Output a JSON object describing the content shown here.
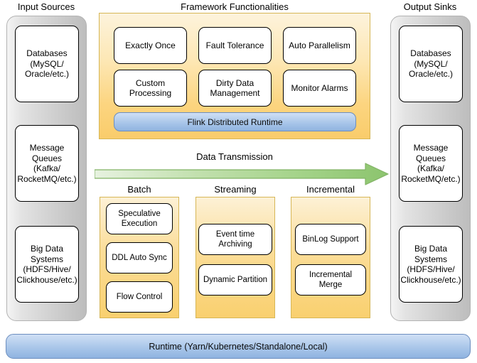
{
  "diagram": {
    "title_left": "Input Sources",
    "title_center": "Framework Functionalities",
    "title_right": "Output Sinks",
    "arrow_label": "Data Transmission",
    "runtime_bar": "Runtime (Yarn/Kubernetes/Standalone/Local)",
    "flink_bar": "Flink Distributed Runtime",
    "colors": {
      "panel_yellow": "#fcd580",
      "panel_border_yellow": "#d6b656",
      "bar_blue": "#a5c3e8",
      "bar_border_blue": "#6c8ebf",
      "arrow_green": "#97cc7c",
      "arrow_border_green": "#82b366",
      "container_gray": "#cfcfcf",
      "node_white": "#ffffff",
      "node_border": "#000000"
    }
  },
  "input_sources": {
    "label": "Input Sources",
    "items": [
      {
        "text": "Databases\n(MySQL/\nOracle/etc.)",
        "name": "databases"
      },
      {
        "text": "Message\nQueues\n(Kafka/\nRocketMQ/etc.)",
        "name": "message-queues"
      },
      {
        "text": "Big Data\nSystems\n(HDFS/Hive/\nClickhouse/etc.)",
        "name": "big-data-systems"
      }
    ]
  },
  "output_sinks": {
    "label": "Output Sinks",
    "items": [
      {
        "text": "Databases\n(MySQL/\nOracle/etc.)",
        "name": "databases"
      },
      {
        "text": "Message\nQueues\n(Kafka/\nRocketMQ/etc.)",
        "name": "message-queues"
      },
      {
        "text": "Big Data\nSystems\n(HDFS/Hive/\nClickhouse/etc.)",
        "name": "big-data-systems"
      }
    ]
  },
  "framework": {
    "label": "Framework Functionalities",
    "features": [
      "Exactly Once",
      "Fault Tolerance",
      "Auto Parallelism",
      "Custom\nProcessing",
      "Dirty Data\nManagement",
      "Monitor Alarms"
    ],
    "runtime_label": "Flink Distributed Runtime"
  },
  "transmission": {
    "label": "Data Transmission",
    "modes": [
      {
        "label": "Batch",
        "items": [
          "Speculative\nExecution",
          "DDL Auto Sync",
          "Flow Control"
        ]
      },
      {
        "label": "Streaming",
        "items": [
          "Event time\nArchiving",
          "Dynamic Partition"
        ]
      },
      {
        "label": "Incremental",
        "items": [
          "BinLog Support",
          "Incremental\nMerge"
        ]
      }
    ]
  },
  "runtime": {
    "label": "Runtime (Yarn/Kubernetes/Standalone/Local)"
  }
}
